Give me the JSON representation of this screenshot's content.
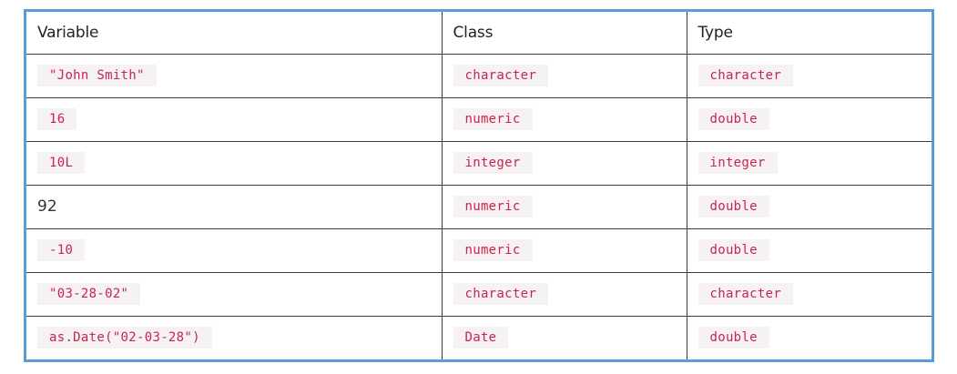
{
  "table": {
    "headers": [
      "Variable",
      "Class",
      "Type"
    ],
    "rows": [
      {
        "variable": "\"John Smith\"",
        "variable_code": true,
        "class": "character",
        "type": "character"
      },
      {
        "variable": "16",
        "variable_code": true,
        "class": "numeric",
        "type": "double"
      },
      {
        "variable": "10L",
        "variable_code": true,
        "class": "integer",
        "type": "integer"
      },
      {
        "variable": "92",
        "variable_code": false,
        "class": "numeric",
        "type": "double"
      },
      {
        "variable": "-10",
        "variable_code": true,
        "class": "numeric",
        "type": "double"
      },
      {
        "variable": "\"03-28-02\"",
        "variable_code": true,
        "class": "character",
        "type": "character"
      },
      {
        "variable": "as.Date(\"02-03-28\")",
        "variable_code": true,
        "class": "Date",
        "type": "double"
      }
    ]
  },
  "colors": {
    "border_accent": "#5b9bd5",
    "code_text": "#c7254e",
    "code_background": "#f6f2f3"
  }
}
